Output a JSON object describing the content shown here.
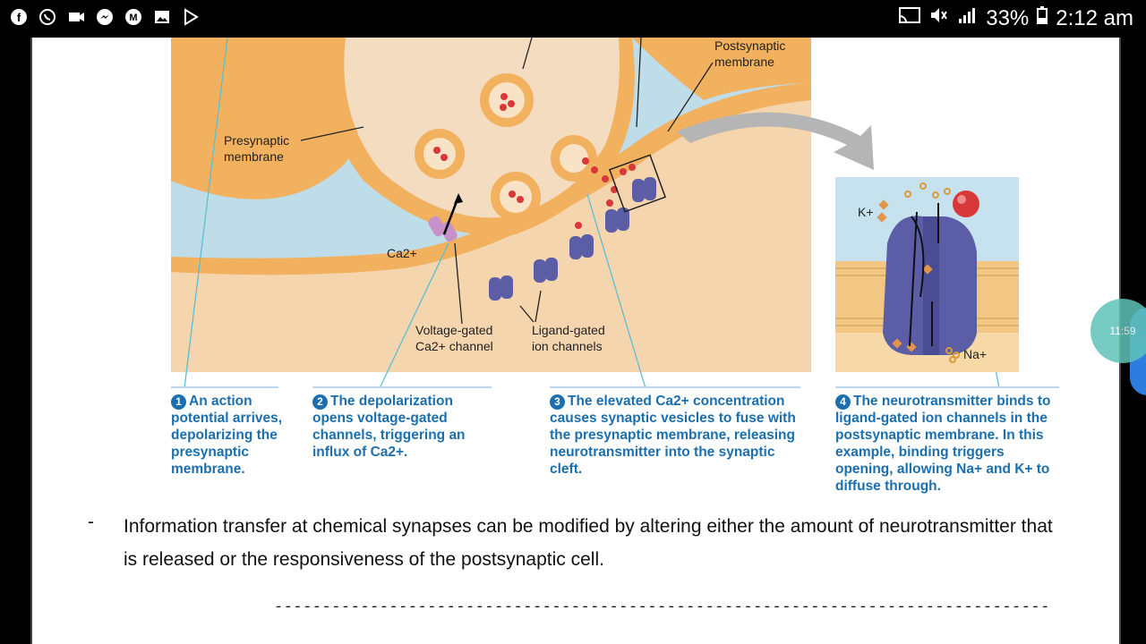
{
  "status_bar": {
    "battery": "33%",
    "time": "2:12 am"
  },
  "figure": {
    "labels": {
      "postsynaptic": "Postsynaptic\nmembrane",
      "presynaptic": "Presynaptic\nmembrane",
      "ca_ion": "Ca2+",
      "voltage_gated": "Voltage-gated\nCa2+ channel",
      "ligand_gated": "Ligand-gated\nion channels",
      "k_ion": "K+",
      "na_ion": "Na+"
    },
    "captions": [
      {
        "num": "1",
        "text": "An action potential arrives, depolarizing the presynaptic membrane."
      },
      {
        "num": "2",
        "text": "The depolarization opens voltage-gated channels, triggering an influx of Ca2+."
      },
      {
        "num": "3",
        "text": "The elevated Ca2+ concentration causes synaptic vesicles to fuse with the presynaptic membrane, releasing neurotransmitter into the synaptic cleft."
      },
      {
        "num": "4",
        "text": "The neurotransmitter binds to ligand-gated ion channels in the postsynaptic membrane. In this example, binding triggers opening, allowing Na+ and K+ to diffuse through."
      }
    ]
  },
  "body": {
    "bullet": "-",
    "text": "Information transfer at chemical synapses can be modified by altering either the amount of neurotransmitter that is released or the responsiveness of the postsynaptic cell.",
    "divider": "---------------------------------------------------------------------------------"
  },
  "overlay": {
    "bubble_time": "11:59"
  },
  "colors": {
    "caption_blue": "#1b6fae",
    "membrane_orange": "#f2b15f",
    "cytoplasm": "#f3dcc0",
    "cleft_blue": "#bfdde9",
    "channel_purple": "#5b5ea6"
  }
}
